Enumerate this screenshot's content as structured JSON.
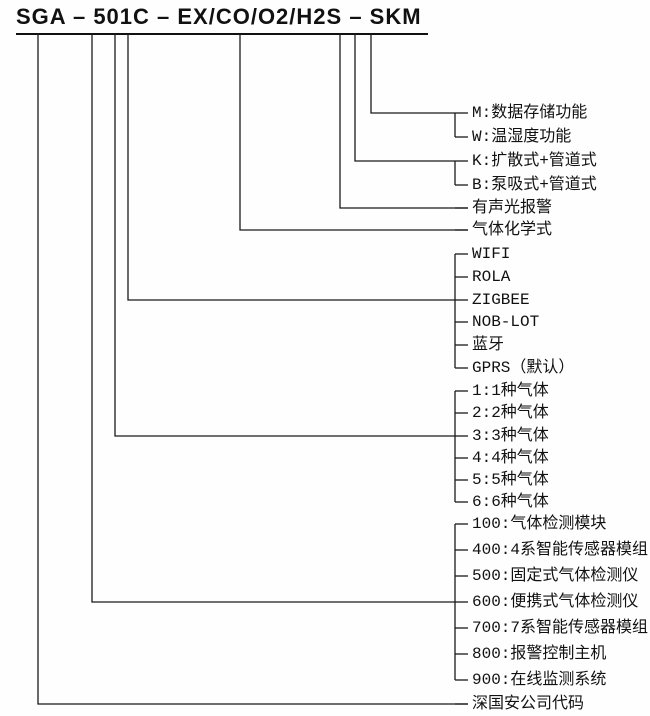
{
  "title": {
    "text": "SGA – 501C – EX/CO/O2/H2S – SKM"
  },
  "colors": {
    "line": "#1a1a1a",
    "text": "#111111",
    "background": "#ffffff"
  },
  "groups": [
    {
      "name": "storage-function",
      "items": [
        "M:数据存储功能",
        "W:温湿度功能"
      ]
    },
    {
      "name": "sampling-type",
      "items": [
        "K:扩散式+管道式",
        "B:泵吸式+管道式"
      ]
    },
    {
      "name": "alarm",
      "items": [
        "有声光报警"
      ]
    },
    {
      "name": "gas-formula",
      "items": [
        "气体化学式"
      ]
    },
    {
      "name": "communication",
      "items": [
        "WIFI",
        "ROLA",
        "ZIGBEE",
        "NOB-LOT",
        "蓝牙",
        "GPRS（默认）"
      ]
    },
    {
      "name": "gas-count",
      "items": [
        "1:1种气体",
        "2:2种气体",
        "3:3种气体",
        "4:4种气体",
        "5:5种气体",
        "6:6种气体"
      ]
    },
    {
      "name": "product-series",
      "items": [
        "100:气体检测模块",
        "400:4系智能传感器模组",
        "500:固定式气体检测仪",
        "600:便携式气体检测仪",
        "700:7系智能传感器模组",
        "800:报警控制主机",
        "900:在线监测系统"
      ]
    },
    {
      "name": "company-code",
      "items": [
        "深国安公司代码"
      ]
    }
  ]
}
